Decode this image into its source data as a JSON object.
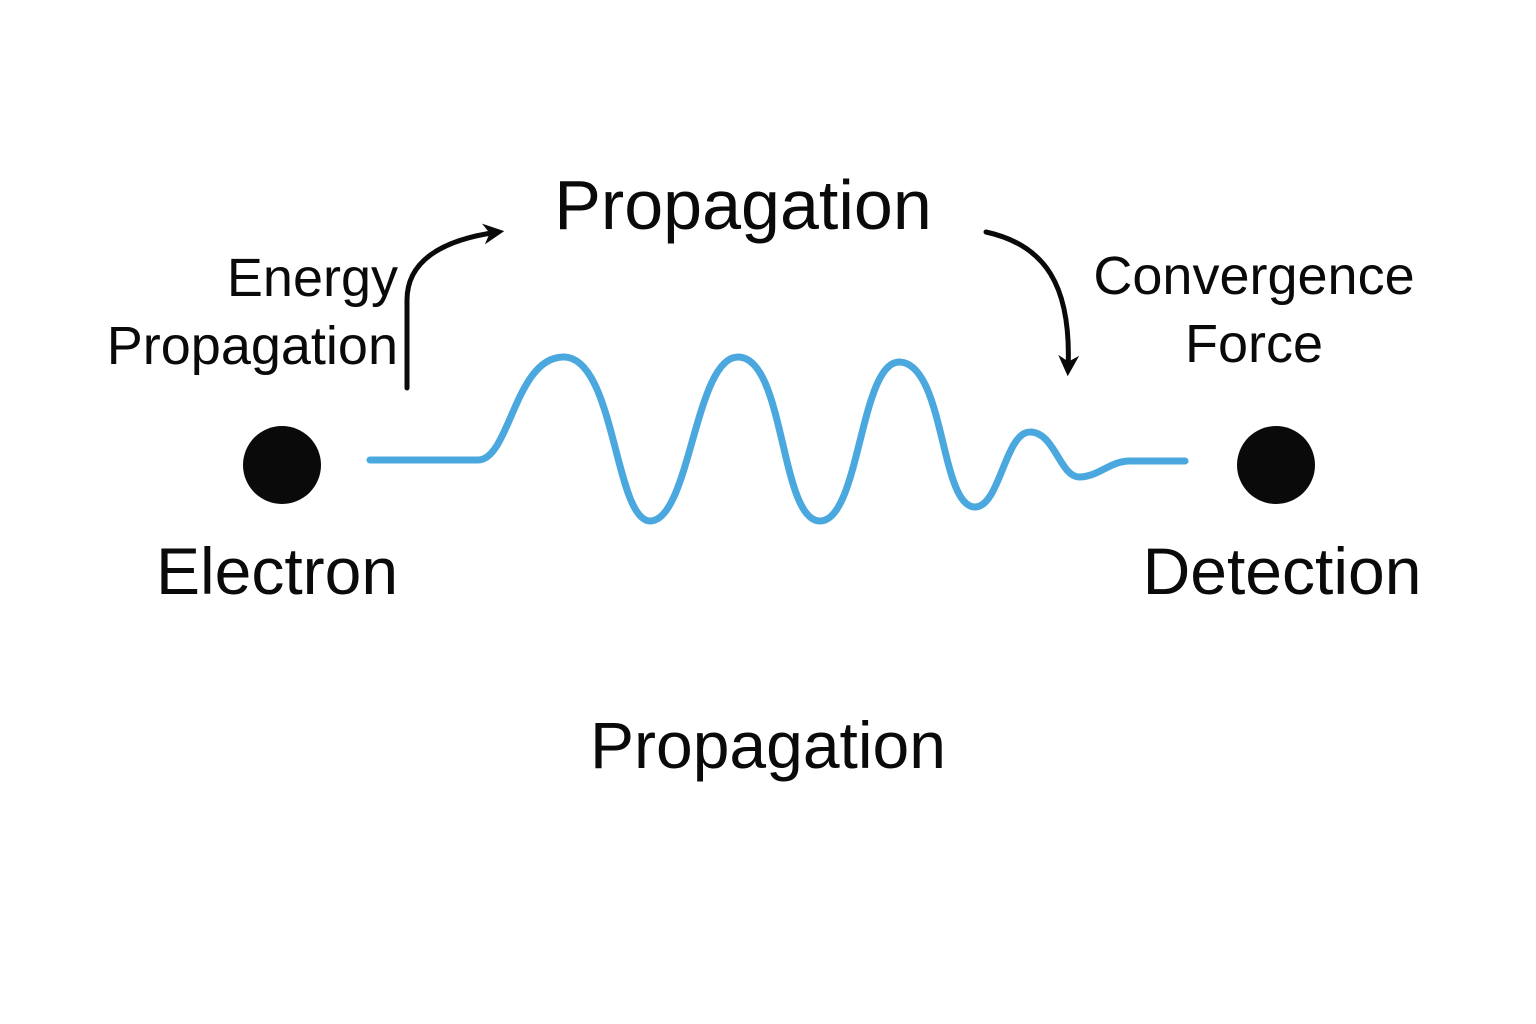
{
  "diagram": {
    "top_label": "Propagation",
    "bottom_label": "Propagation",
    "left_label": [
      "Energy",
      "Propagation"
    ],
    "right_label": [
      "Convergence",
      "Force"
    ],
    "source_label": "Electron",
    "detector_label": "Detection"
  },
  "colors": {
    "wave": "#4aa8de",
    "ink": "#0a0a0a",
    "background": "#ffffff"
  },
  "icons": {
    "source": "filled-circle",
    "detector": "filled-circle",
    "left_arrow": "curved-arrow-up-right",
    "right_arrow": "curved-arrow-down"
  }
}
